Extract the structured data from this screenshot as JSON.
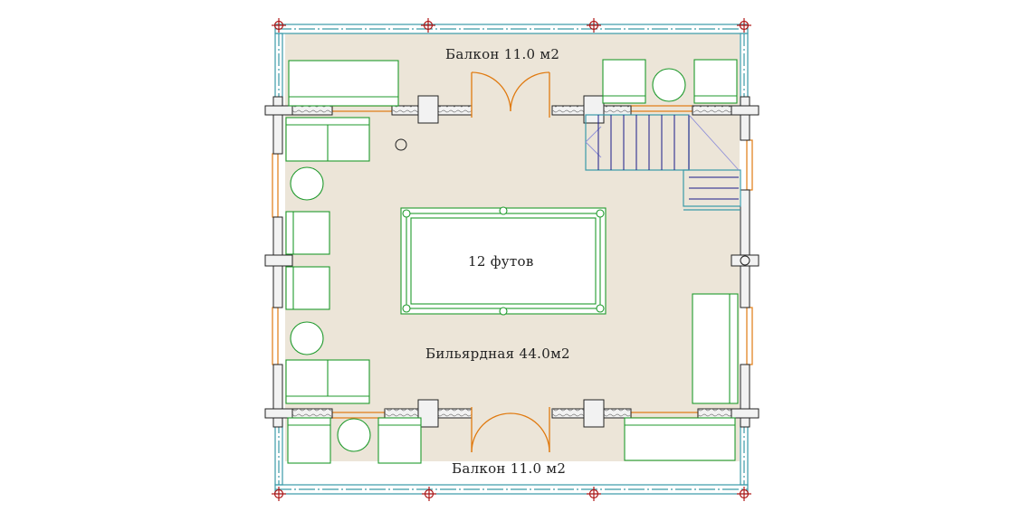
{
  "labels": {
    "balcony_top": "Балкон 11.0 м2",
    "balcony_bottom": "Балкон 11.0 м2",
    "billiard_room": "Бильярдная 44.0м2",
    "table_size": "12 футов"
  },
  "colors": {
    "floor": "#ece5d8",
    "furniture": "#1f9a2c",
    "window": "#e07a10",
    "railing": "#3a9aa8",
    "stairs": "#1a1a8a",
    "axis_marker": "#b01818"
  }
}
